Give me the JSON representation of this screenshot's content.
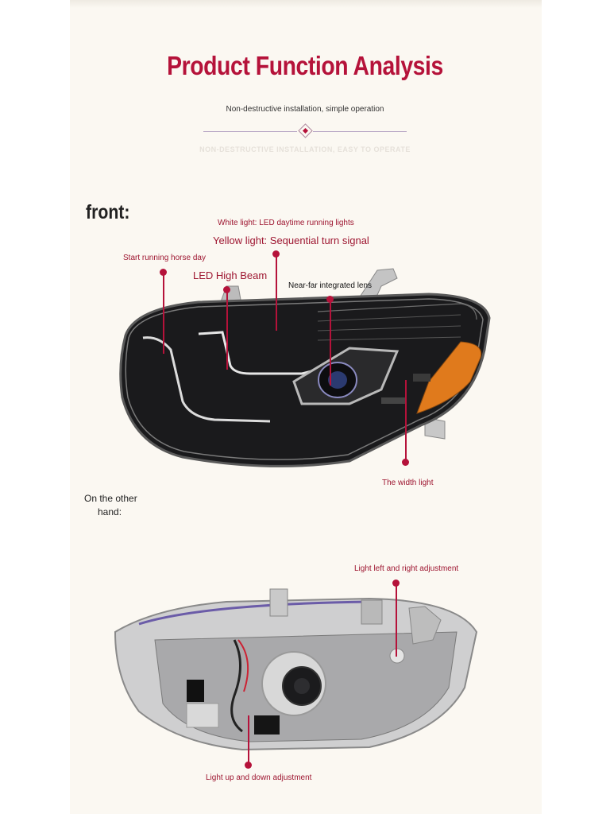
{
  "header": {
    "title": "Product Function Analysis",
    "subtitle": "Non-destructive installation, simple operation",
    "ghost_subtitle": "NON-DESTRUCTIVE INSTALLATION, EASY TO OPERATE"
  },
  "front": {
    "label": "front:",
    "annotations": {
      "white_light": "White light: LED daytime running lights",
      "yellow_light": "Yellow light: Sequential turn signal",
      "running_horse": "Start running horse day",
      "high_beam": "LED High Beam",
      "lens": "Near-far integrated lens",
      "width_light": "The width light"
    }
  },
  "back": {
    "label_line1": "On the other",
    "label_line2": "hand:",
    "annotations": {
      "left_right": "Light left and right adjustment",
      "up_down": "Light up and down adjustment"
    }
  },
  "colors": {
    "accent": "#b5123a",
    "background": "#fbf8f2"
  }
}
